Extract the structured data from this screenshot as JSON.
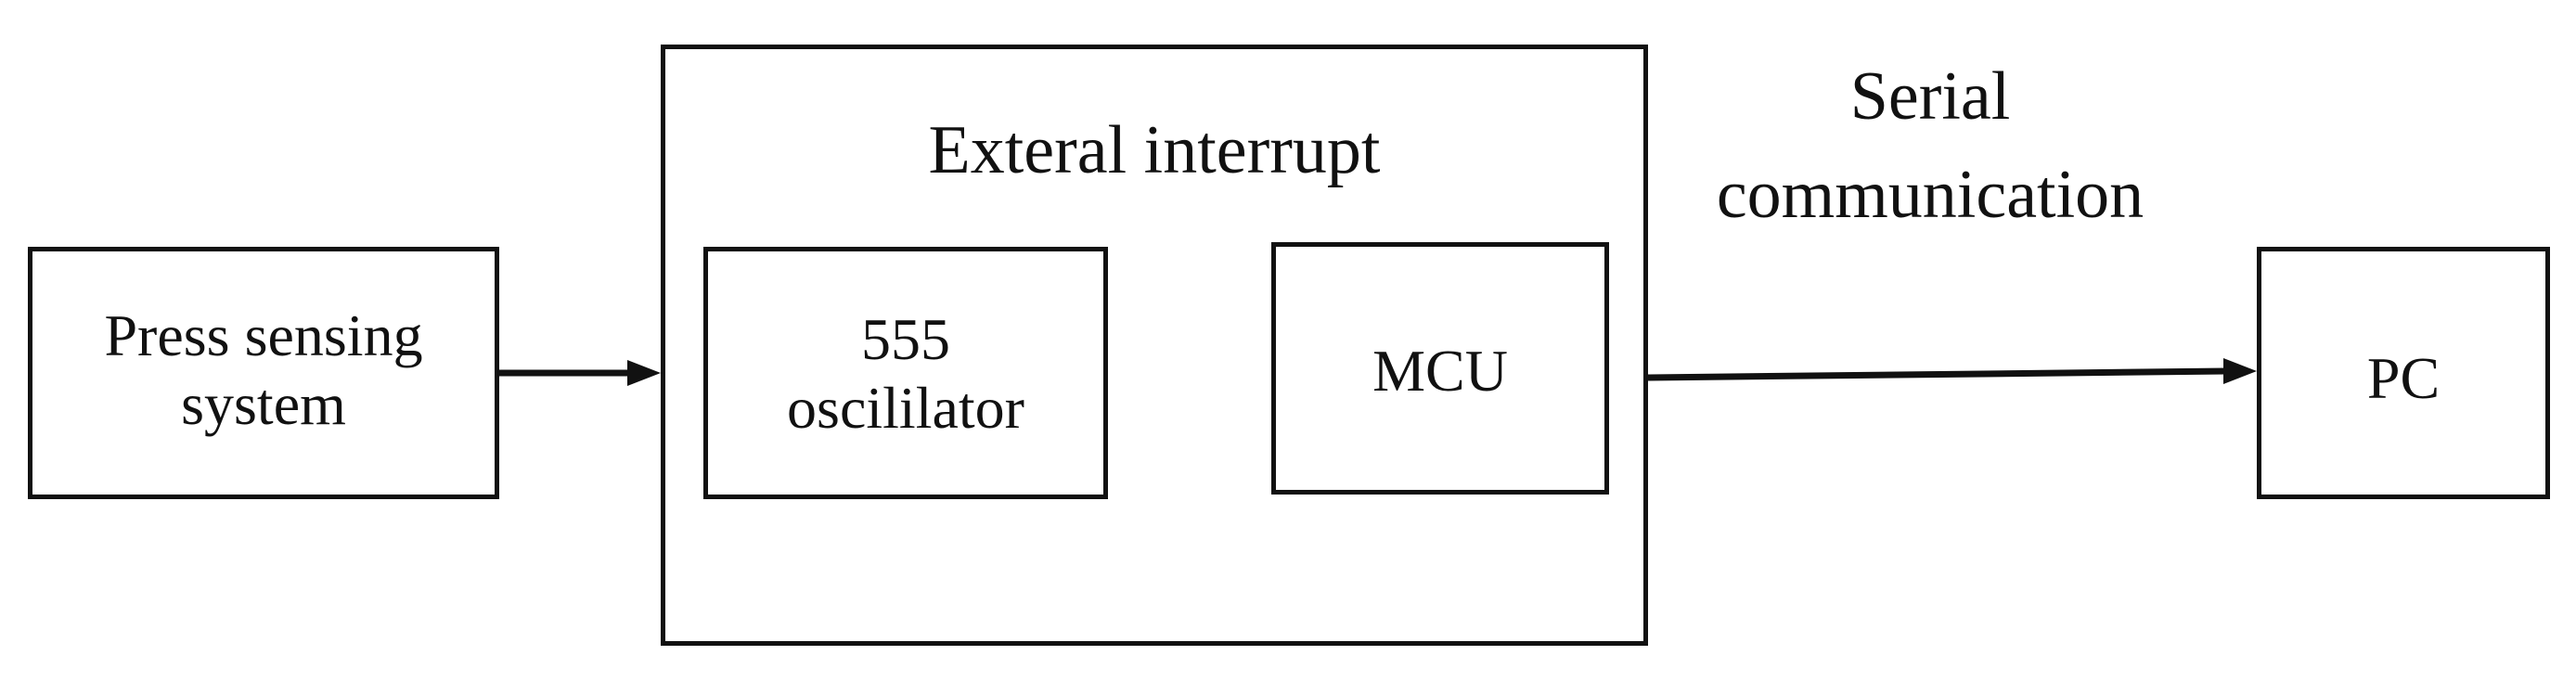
{
  "nodes": {
    "press": {
      "line1": "Press sensing",
      "line2": "system"
    },
    "external": {
      "label": "Exteral interrupt"
    },
    "oscillator": {
      "line1": "555",
      "line2": "oscililator"
    },
    "mcu": {
      "label": "MCU"
    },
    "pc": {
      "label": "PC"
    }
  },
  "edges": {
    "serial": {
      "line1": "Serial",
      "line2": "communication"
    }
  },
  "colors": {
    "stroke": "#111111",
    "background": "#ffffff"
  }
}
